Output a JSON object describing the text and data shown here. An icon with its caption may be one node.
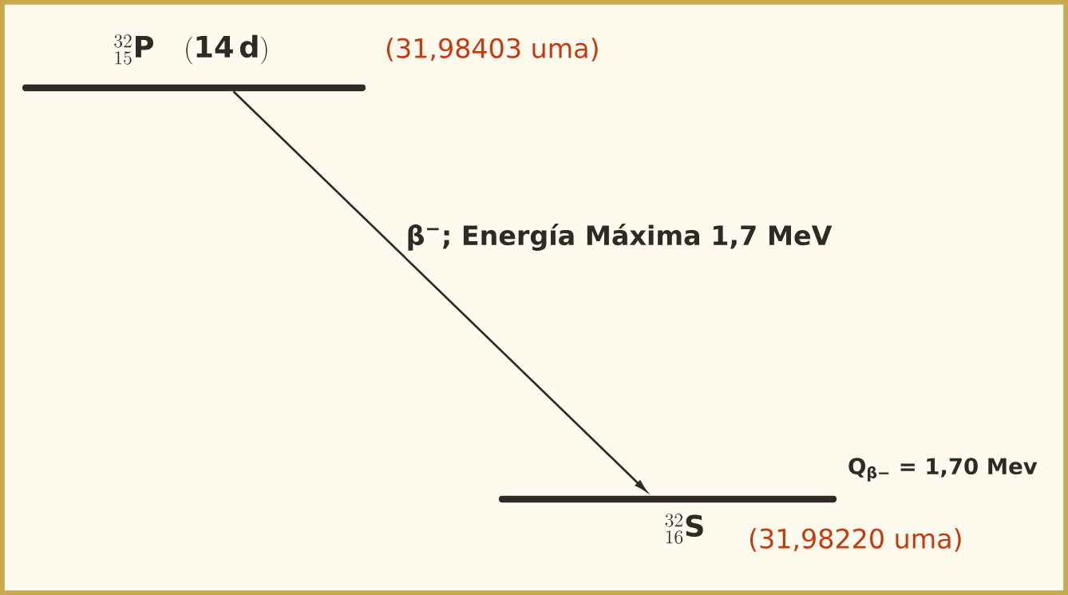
{
  "diagram": {
    "nodes": [
      {
        "text": [
          "{}^{32}_{15}\\mathbf{P}\\quad\\mathbf{(14\\,d)}"
        ],
        "beside": [
          "(31,98403 uma)"
        ]
      },
      {
        "text": [
          "{}^{32}_{16}\\mathbf{S}"
        ],
        "beside": [
          "Q$_{β−}$ = 1,70 Mev",
          "(31,98220 uma)"
        ]
      }
    ],
    "edges": [
      {
        "from": 0,
        "to": 1,
        "arrow": "to",
        "label": "β$^{−}$; Energía Máxima 1,7 MeV"
      }
    ]
  }
}
